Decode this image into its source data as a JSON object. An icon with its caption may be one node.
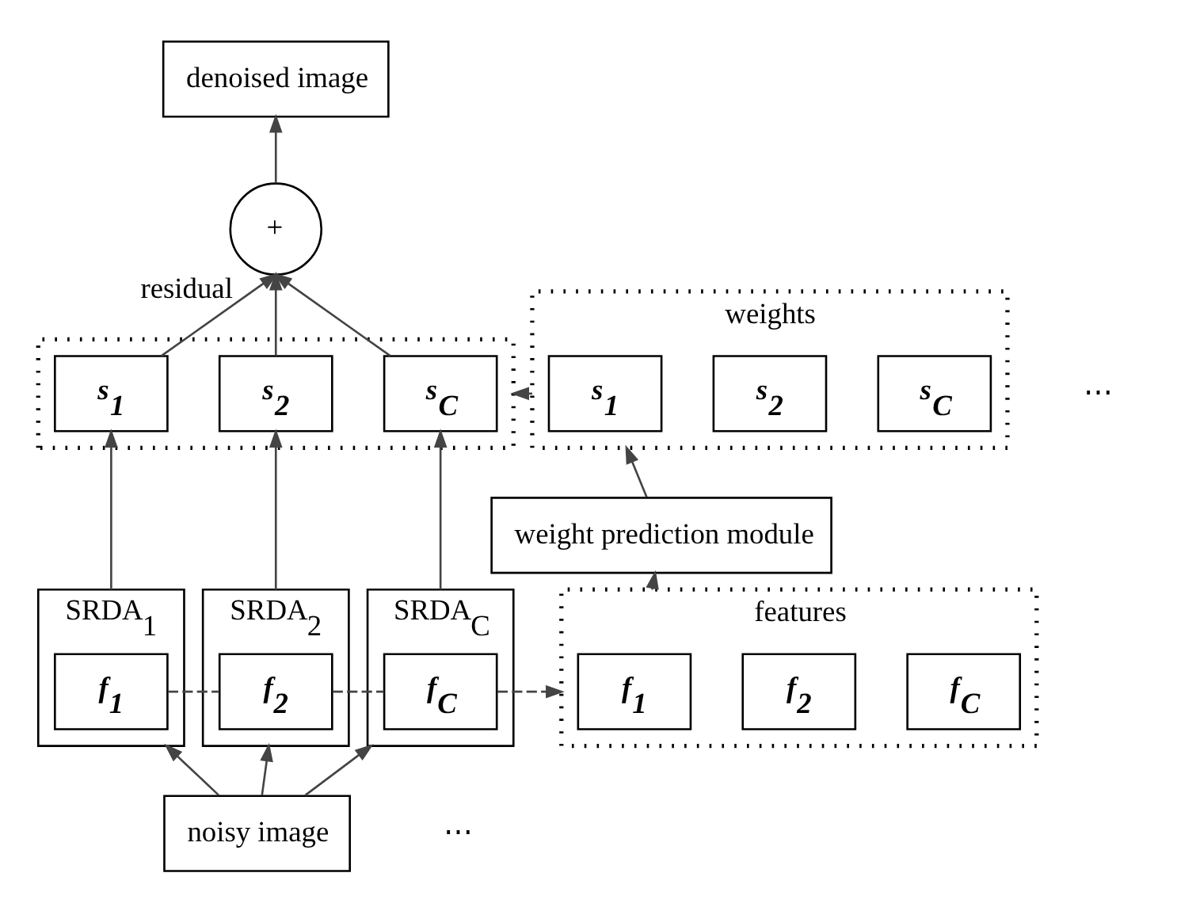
{
  "diagram": {
    "nodes": [
      {
        "text": [
          "denoised image"
        ]
      },
      {
        "text": [
          "+"
        ],
        "beside": [
          "residual"
        ]
      },
      {
        "text": [],
        "shape": "box"
      },
      {
        "text": [
          "s$_{1}$"
        ],
        "in": 2
      },
      {
        "text": [
          "s$_{2}$"
        ],
        "in": 2
      },
      {
        "text": [
          "s$_{C}$"
        ],
        "in": 2
      },
      {
        "text": [
          "weights"
        ]
      },
      {
        "text": [
          "s$_{1}$"
        ],
        "in": 6
      },
      {
        "text": [
          "s$_{2}$"
        ],
        "in": 6
      },
      {
        "text": [
          "s$_{C}$"
        ],
        "in": 6
      },
      {
        "text": [
          "SRDA$_{1}$"
        ]
      },
      {
        "text": [
          "f$_{1}$"
        ],
        "in": 10
      },
      {
        "text": [
          "SRDA$_{2}$"
        ]
      },
      {
        "text": [
          "f$_{2}$"
        ],
        "in": 12
      },
      {
        "text": [
          "SRDA$_{C}$"
        ]
      },
      {
        "text": [
          "f$_{C}$"
        ],
        "in": 14
      },
      {
        "text": [
          "weight prediction module"
        ]
      },
      {
        "text": [
          "features"
        ]
      },
      {
        "text": [
          "f$_{1}$"
        ],
        "in": 17
      },
      {
        "text": [
          "f$_{2}$"
        ],
        "in": 17
      },
      {
        "text": [
          "f$_{C}$"
        ],
        "in": 17
      },
      {
        "text": [
          "noisy image"
        ]
      }
    ],
    "edges": [
      {
        "from": 21,
        "to": 10,
        "arrow": "to"
      },
      {
        "from": 21,
        "to": 12,
        "arrow": "to"
      },
      {
        "from": 21,
        "to": 14,
        "arrow": "to"
      },
      {
        "from": 10,
        "to": 3,
        "arrow": "to"
      },
      {
        "from": 12,
        "to": 4,
        "arrow": "to"
      },
      {
        "from": 14,
        "to": 5,
        "arrow": "to"
      },
      {
        "from": 3,
        "to": 1,
        "arrow": "to"
      },
      {
        "from": 4,
        "to": 1,
        "arrow": "to"
      },
      {
        "from": 5,
        "to": 1,
        "arrow": "to"
      },
      {
        "from": 1,
        "to": 0,
        "arrow": "to"
      },
      {
        "from": 11,
        "to": 13,
        "arrow": "none",
        "style": "dashed"
      },
      {
        "from": 13,
        "to": 15,
        "arrow": "none",
        "style": "dashed"
      },
      {
        "from": 15,
        "to": 17,
        "arrow": "to",
        "style": "dashed"
      },
      {
        "from": 17,
        "to": 16,
        "arrow": "to"
      },
      {
        "from": 16,
        "to": 6,
        "arrow": "to"
      },
      {
        "from": 6,
        "to": 2,
        "arrow": "to",
        "style": "dashed"
      }
    ],
    "labels": [
      "⋯",
      "⋯"
    ]
  }
}
